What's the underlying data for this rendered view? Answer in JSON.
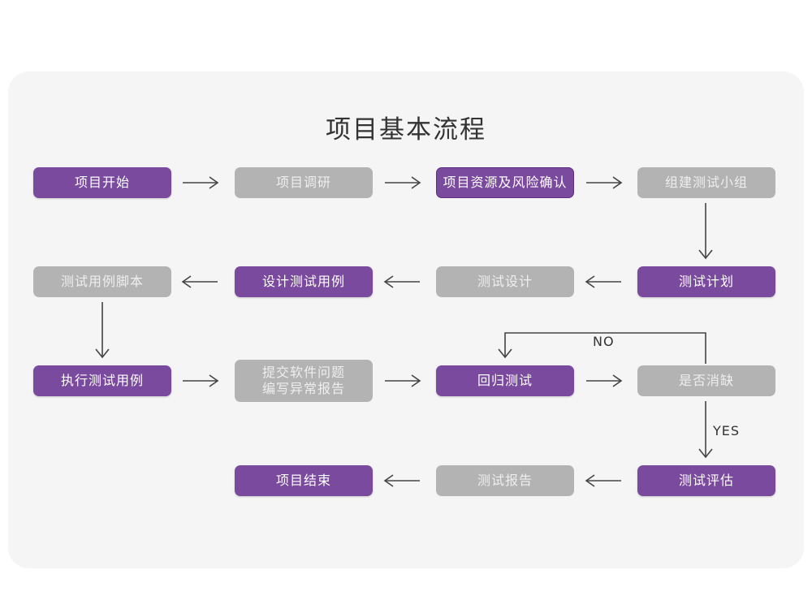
{
  "page": {
    "title": "项目基本流程",
    "background": "#ffffff",
    "card_background": "#f5f5f5",
    "accent_purple": "#7a4a9e",
    "muted_gray": "#b3b3b3",
    "connector_color": "#444444"
  },
  "nodes": {
    "n1": {
      "label": "项目开始",
      "style": "purple"
    },
    "n2": {
      "label": "项目调研",
      "style": "gray"
    },
    "n3": {
      "label": "项目资源及风险确认",
      "style": "purple-outline"
    },
    "n4": {
      "label": "组建测试小组",
      "style": "gray"
    },
    "n5": {
      "label": "测试计划",
      "style": "purple"
    },
    "n6": {
      "label": "测试设计",
      "style": "gray"
    },
    "n7": {
      "label": "设计测试用例",
      "style": "purple"
    },
    "n8": {
      "label": "测试用例脚本",
      "style": "gray"
    },
    "n9": {
      "label": "执行测试用例",
      "style": "purple"
    },
    "n10": {
      "label": "提交软件问题\n编写异常报告",
      "style": "gray"
    },
    "n11": {
      "label": "回归测试",
      "style": "purple"
    },
    "n12": {
      "label": "是否消缺",
      "style": "gray"
    },
    "n13": {
      "label": "测试评估",
      "style": "purple"
    },
    "n14": {
      "label": "测试报告",
      "style": "gray"
    },
    "n15": {
      "label": "项目结束",
      "style": "purple"
    }
  },
  "edge_labels": {
    "no": "NO",
    "yes": "YES"
  },
  "chart_data": {
    "type": "table",
    "title": "项目基本流程",
    "rows": [
      [
        "项目开始",
        "项目调研",
        "项目资源及风险确认",
        "组建测试小组"
      ],
      [
        "测试用例脚本",
        "设计测试用例",
        "测试设计",
        "测试计划"
      ],
      [
        "执行测试用例",
        "提交软件问题 编写异常报告",
        "回归测试",
        "是否消缺"
      ],
      [
        "",
        "项目结束",
        "测试报告",
        "测试评估"
      ]
    ],
    "edges": [
      {
        "from": "项目开始",
        "to": "项目调研",
        "dir": "right"
      },
      {
        "from": "项目调研",
        "to": "项目资源及风险确认",
        "dir": "right"
      },
      {
        "from": "项目资源及风险确认",
        "to": "组建测试小组",
        "dir": "right"
      },
      {
        "from": "组建测试小组",
        "to": "测试计划",
        "dir": "down"
      },
      {
        "from": "测试计划",
        "to": "测试设计",
        "dir": "left"
      },
      {
        "from": "测试设计",
        "to": "设计测试用例",
        "dir": "left"
      },
      {
        "from": "设计测试用例",
        "to": "测试用例脚本",
        "dir": "left"
      },
      {
        "from": "测试用例脚本",
        "to": "执行测试用例",
        "dir": "down"
      },
      {
        "from": "执行测试用例",
        "to": "提交软件问题编写异常报告",
        "dir": "right"
      },
      {
        "from": "提交软件问题编写异常报告",
        "to": "回归测试",
        "dir": "right"
      },
      {
        "from": "回归测试",
        "to": "是否消缺",
        "dir": "right"
      },
      {
        "from": "是否消缺",
        "to": "回归测试",
        "dir": "loop-up-left",
        "label": "NO"
      },
      {
        "from": "是否消缺",
        "to": "测试评估",
        "dir": "down",
        "label": "YES"
      },
      {
        "from": "测试评估",
        "to": "测试报告",
        "dir": "left"
      },
      {
        "from": "测试报告",
        "to": "项目结束",
        "dir": "left"
      }
    ]
  }
}
